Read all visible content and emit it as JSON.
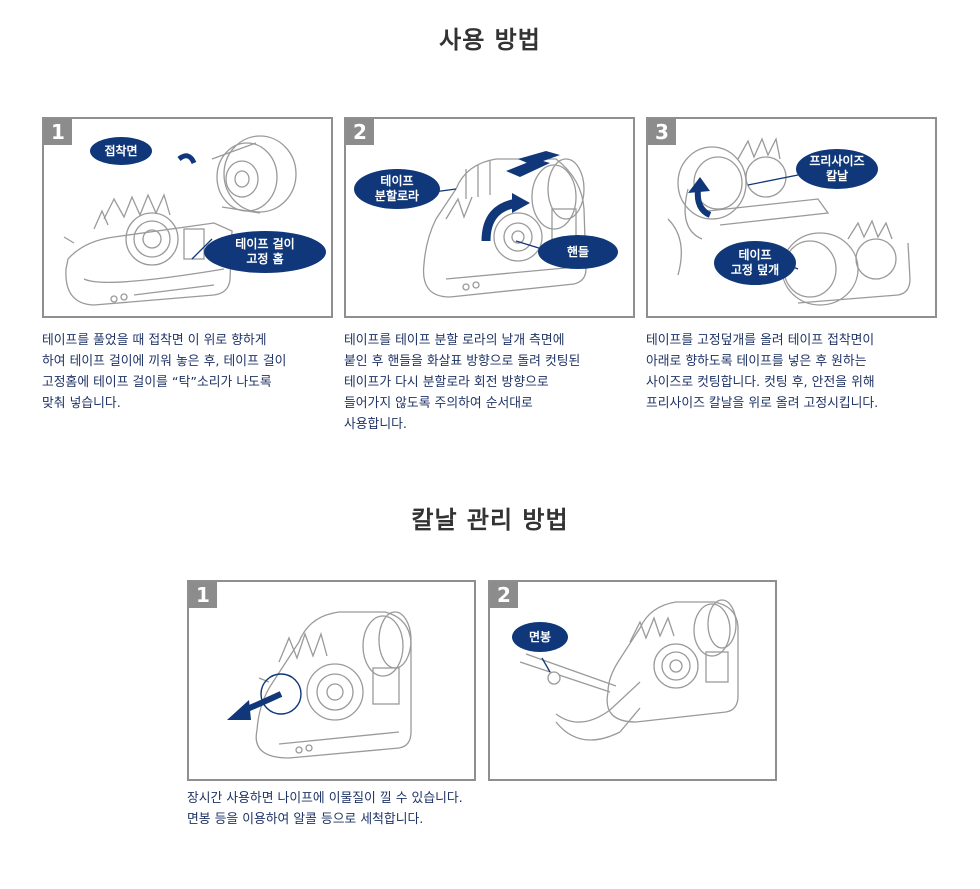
{
  "usage": {
    "title": "사용 방법",
    "steps": [
      {
        "num": "1",
        "callouts": [
          "접착면",
          "테이프 걸이\n고정 홈"
        ],
        "text": "테이프를 풀었을 때 접착면 이 위로 향하게\n하여 테이프 걸이에 끼워 놓은 후, 테이프 걸이\n고정홈에 테이프 걸이를 “탁”소리가 나도록\n맞춰 넣습니다."
      },
      {
        "num": "2",
        "callouts": [
          "테이프\n분할로라",
          "핸들"
        ],
        "text": "테이프를 테이프 분할 로라의 날개 측면에\n붙인 후 핸들을 화살표 방향으로 돌려 컷팅된\n테이프가 다시 분할로라 회전 방향으로\n들어가지 않도록 주의하여 순서대로\n사용합니다."
      },
      {
        "num": "3",
        "callouts": [
          "프리사이즈\n칼날",
          "테이프\n고정 덮개"
        ],
        "text": "테이프를 고정덮개를 올려 테이프 접착면이\n아래로 향하도록 테이프를 넣은 후 원하는\n사이즈로 컷팅합니다. 컷팅 후, 안전을 위해\n프리사이즈 칼날을 위로 올려 고정시킵니다."
      }
    ]
  },
  "blade": {
    "title": "칼날 관리 방법",
    "steps": [
      {
        "num": "1",
        "callouts": []
      },
      {
        "num": "2",
        "callouts": [
          "면봉"
        ]
      }
    ],
    "text": "장시간 사용하면 나이프에 이물질이 낄 수 있습니다.\n면봉 등을 이용하여 알콜 등으로 세척합니다."
  },
  "colors": {
    "navy": "#0f3779",
    "badge": "#8c8c8c",
    "border": "#8f8f8f",
    "line": "#9a9a9a"
  }
}
